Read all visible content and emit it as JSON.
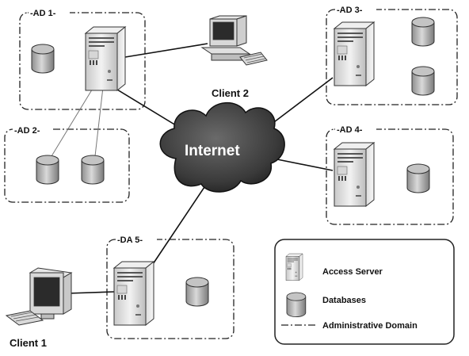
{
  "domains": [
    {
      "key": "ad1",
      "label": "-AD 1-"
    },
    {
      "key": "ad2",
      "label": "-AD 2-"
    },
    {
      "key": "ad3",
      "label": "-AD 3-"
    },
    {
      "key": "ad4",
      "label": "-AD 4-"
    },
    {
      "key": "da5",
      "label": "-DA 5-"
    }
  ],
  "network": {
    "label": "Internet"
  },
  "clients": [
    {
      "key": "client1",
      "label": "Client 1"
    },
    {
      "key": "client2",
      "label": "Client 2"
    }
  ],
  "legend": {
    "items": [
      {
        "icon": "server-icon",
        "label": "Access Server"
      },
      {
        "icon": "database-icon",
        "label": "Databases"
      },
      {
        "icon": "dash-dot-line-icon",
        "label": "Administrative Domain"
      }
    ]
  }
}
